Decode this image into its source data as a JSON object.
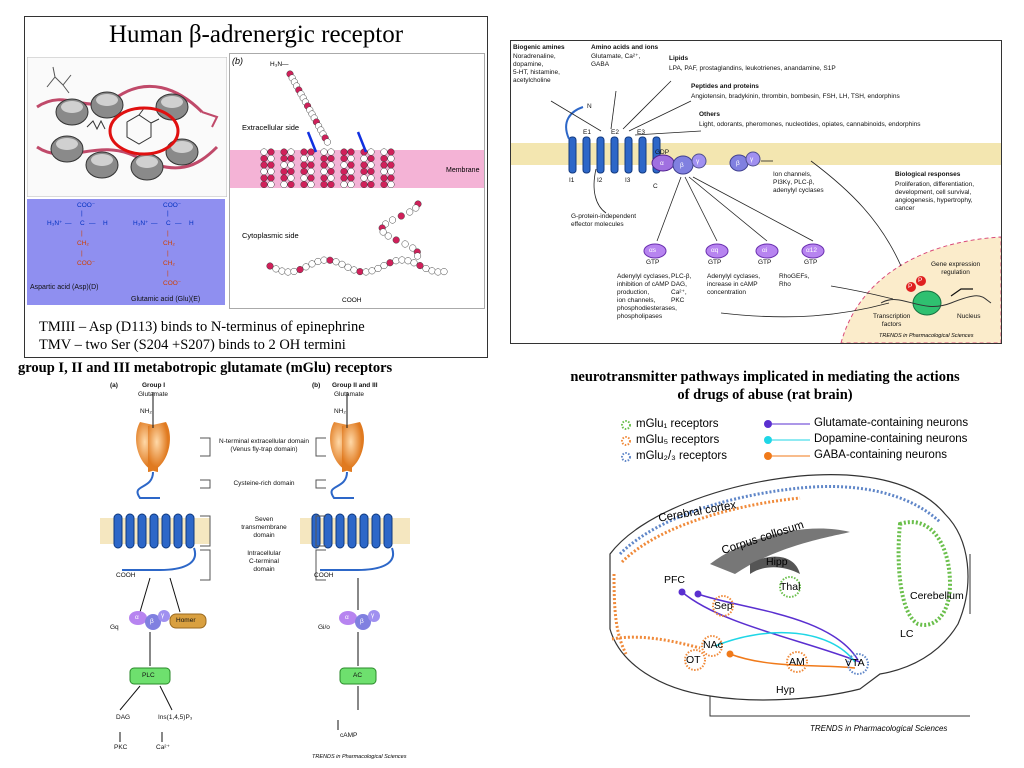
{
  "beta_receptor": {
    "title": "Human β-adrenergic receptor",
    "panel_b_label": "(b)",
    "extracellular_label": "Extracellular side",
    "cytoplasmic_label": "Cytoplasmic side",
    "membrane_label": "Membrane",
    "n_term": "H₃N—",
    "c_term": "COOH",
    "amino_acids": {
      "left_name": "Aspartic acid (Asp)(D)",
      "right_name": "Glutamic acid (Glu)(E)",
      "coo": "COO⁻",
      "h3n": "H₃N⁺",
      "c": "C",
      "h": "H",
      "ch2": "CH₂",
      "bar": "|",
      "dash": "—"
    },
    "notes": [
      "TMIII – Asp (D113) binds to N-terminus of epinephrine",
      "TMV – two Ser (S204 +S207) binds to 2 OH termini"
    ]
  },
  "gpcr_panel": {
    "ligand_headers": [
      {
        "title": "Biogenic amines",
        "body": "Noradrenaline,\ndopamine,\n5-HT, histamine,\nacetylcholine"
      },
      {
        "title": "Amino acids and ions",
        "body": "Glutamate, Ca²⁺,\nGABA"
      }
    ],
    "lipids_title": "Lipids",
    "lipids_body": "LPA, PAF, prostaglandins, leukotrienes, anandamine, S1P",
    "peptides_title": "Peptides and proteins",
    "peptides_body": "Angiotensin, bradykinin, thrombin, bombesin, FSH, LH, TSH, endorphins",
    "others_title": "Others",
    "others_body": "Light, odorants, pheromones, nucleotides, opiates, cannabinoids, endorphins",
    "n_label": "N",
    "c_label": "C",
    "loops_e": [
      "E1",
      "E2",
      "E3"
    ],
    "loops_i": [
      "I1",
      "I2",
      "I3"
    ],
    "gdp": "GDP",
    "alpha": "α",
    "beta": "β",
    "gamma": "γ",
    "ion_channels": "Ion channels,\nPI3Kγ, PLC-β,\nadenylyl cyclases",
    "bio_title": "Biological responses",
    "bio_body": "Proliferation, differentiation,\ndevelopment, cell survival,\nangiogenesis, hypertrophy,\ncancer",
    "g_independent": "G-protein-independent\neffector molecules",
    "gtp": "GTP",
    "g_subunits": [
      "αs",
      "αq",
      "αi",
      "α12"
    ],
    "effectors": [
      "Adenylyl cyclases,\ninhibition of cAMP\nproduction,\nion channels,\nphosphodiesterases,\nphospholipases",
      "PLC-β,\nDAG,\nCa²⁺,\nPKC",
      "Adenylyl cyclases,\nincrease in cAMP\nconcentration",
      "RhoGEFs,\nRho"
    ],
    "gene_expression": "Gene expression\nregulation",
    "p": "P",
    "transcription": "Transcription\nfactors",
    "nucleus": "Nucleus",
    "journal": "TRENDS in Pharmacological Sciences"
  },
  "mglu_caption": "group I, II and III metabotropic glutamate (mGlu) receptors",
  "mglu_panel": {
    "label_a": "(a)",
    "label_b": "(b)",
    "group_a": "Group I",
    "group_b": "Group II and III",
    "glutamate": "Glutamate",
    "nh2": "NH₂",
    "cooh": "COOH",
    "nterm_domain": "N-terminal extracellular domain\n(Venus fly-trap domain)",
    "cysteine_domain": "Cysteine-rich domain",
    "tm_domain": "Seven\ntransmembrane\ndomain",
    "ct_domain": "Intracellular\nC-terminal\ndomain",
    "alpha": "α",
    "beta": "β",
    "gamma": "γ",
    "gq": "Gq",
    "gio": "Gi/o",
    "homer": "Homer",
    "plc": "PLC",
    "ac": "AC",
    "dag": "DAG",
    "ip3": "Ins(1,4,5)P₃",
    "pkc": "PKC",
    "ca": "Ca²⁺",
    "camp": "cAMP",
    "journal": "TRENDS in Pharmacological Sciences"
  },
  "brain_caption": "neurotransmitter pathways implicated in mediating the actions\nof drugs of abuse (rat brain)",
  "brain_panel": {
    "legend_left": [
      "mGlu₁ receptors",
      "mGlu₅ receptors",
      "mGlu₂/₃ receptors"
    ],
    "legend_right": [
      "Glutamate-containing neurons",
      "Dopamine-containing neurons",
      "GABA-containing neurons"
    ],
    "colors": {
      "mglu1": "#6abf4b",
      "mglu5": "#f08a3a",
      "mglu23": "#5f86c8",
      "glutamate": "#5a2fd0",
      "dopamine": "#1fd6e6",
      "gaba": "#f07a1a"
    },
    "regions": [
      "Cerebral cortex",
      "Corpus collosum",
      "Hipp",
      "Thal",
      "PFC",
      "Sep",
      "NAc",
      "OT",
      "AM",
      "VTA",
      "Hyp",
      "Cerebellum",
      "LC"
    ],
    "journal": "TRENDS in Pharmacological Sciences"
  }
}
